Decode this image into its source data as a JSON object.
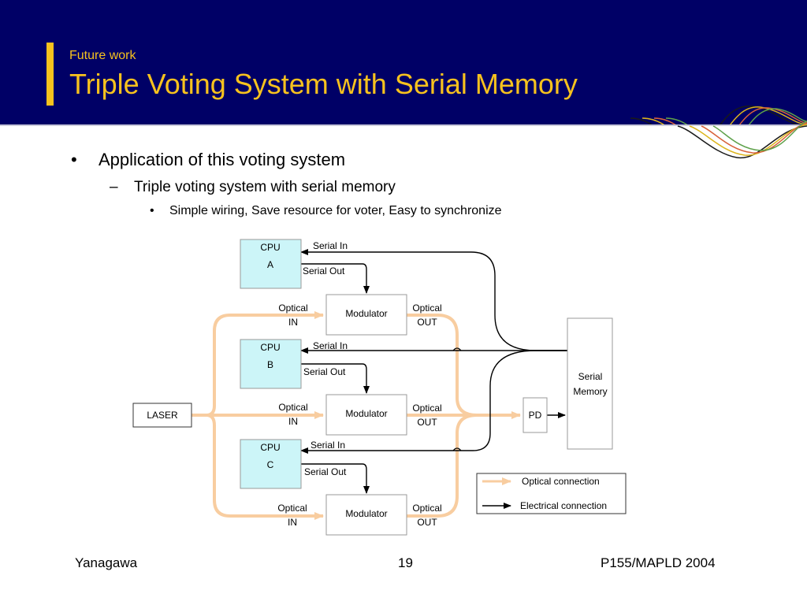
{
  "slide": {
    "kicker": "Future work",
    "title": "Triple Voting System with Serial Memory",
    "bullets": {
      "l1": "Application of this voting system",
      "l2": "Triple voting system with serial memory",
      "l3": "Simple wiring, Save resource for voter, Easy to synchronize"
    },
    "markers": {
      "l1": "•",
      "l2": "–",
      "l3": "•"
    }
  },
  "diagram": {
    "cpu_a": {
      "line1": "CPU",
      "line2": "A"
    },
    "cpu_b": {
      "line1": "CPU",
      "line2": "B"
    },
    "cpu_c": {
      "line1": "CPU",
      "line2": "C"
    },
    "modulator": "Modulator",
    "laser": "LASER",
    "pd": "PD",
    "serial_memory": {
      "line1": "Serial",
      "line2": "Memory"
    },
    "serial_in": "Serial In",
    "serial_out": "Serial Out",
    "optical_in": {
      "line1": "Optical",
      "line2": "IN"
    },
    "optical_out": {
      "line1": "Optical",
      "line2": "OUT"
    },
    "legend": {
      "optical": "Optical connection",
      "electrical": "Electrical connection"
    },
    "colors": {
      "cpu_fill": "#ccf5f8",
      "optical_line": "#f8cda0",
      "electrical_line": "#000000"
    }
  },
  "footer": {
    "author": "Yanagawa",
    "page": "19",
    "conference": "P155/MAPLD 2004"
  }
}
